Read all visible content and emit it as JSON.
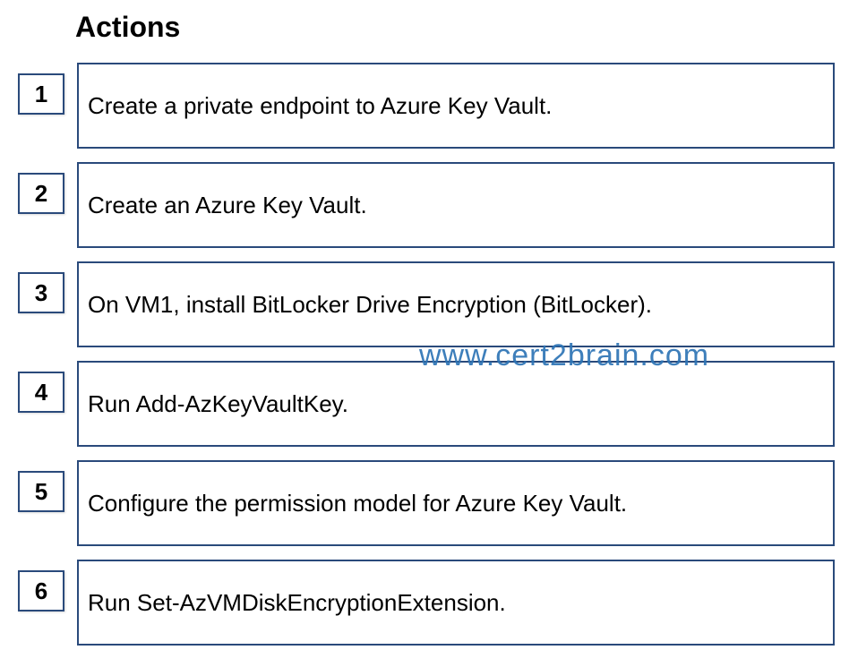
{
  "title": "Actions",
  "watermark": "www.cert2brain.com",
  "colors": {
    "border": "#2a4a7b",
    "watermark": "#2e75b6"
  },
  "actions": [
    {
      "number": "1",
      "label": "Create a private endpoint to Azure Key Vault."
    },
    {
      "number": "2",
      "label": "Create an Azure Key Vault."
    },
    {
      "number": "3",
      "label": "On VM1, install BitLocker Drive Encryption (BitLocker)."
    },
    {
      "number": "4",
      "label": "Run Add-AzKeyVaultKey."
    },
    {
      "number": "5",
      "label": "Configure the permission model for Azure Key Vault."
    },
    {
      "number": "6",
      "label": "Run Set-AzVMDiskEncryptionExtension."
    }
  ]
}
